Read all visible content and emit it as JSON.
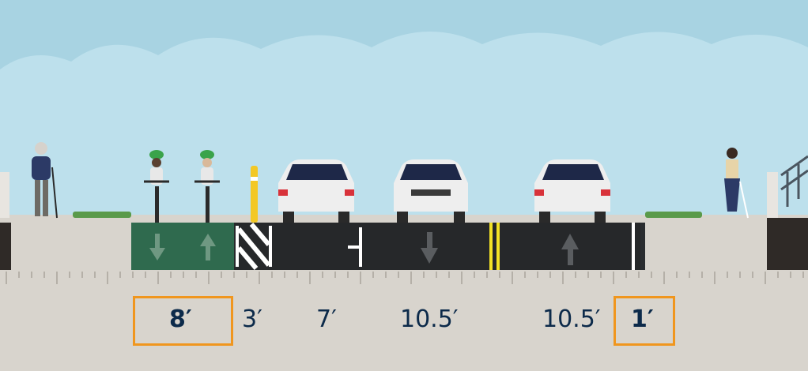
{
  "segments": [
    {
      "name": "bike-lane",
      "width": "8′",
      "selected": true
    },
    {
      "name": "buffer",
      "width": "3′",
      "selected": false
    },
    {
      "name": "parking-lane",
      "width": "7′",
      "selected": false
    },
    {
      "name": "southbound-travel-lane",
      "width": "10.5′",
      "selected": false
    },
    {
      "name": "northbound-travel-lane",
      "width": "10.5′",
      "selected": false
    },
    {
      "name": "gutter",
      "width": "1′",
      "selected": true
    }
  ],
  "colors": {
    "sky": "#a8d3e2",
    "asphalt": "#26282a",
    "bike_lane": "#2f6a4e",
    "sidewalk": "#d8d4cd",
    "highlight": "#f0961e",
    "label_text": "#0c2a4a"
  }
}
